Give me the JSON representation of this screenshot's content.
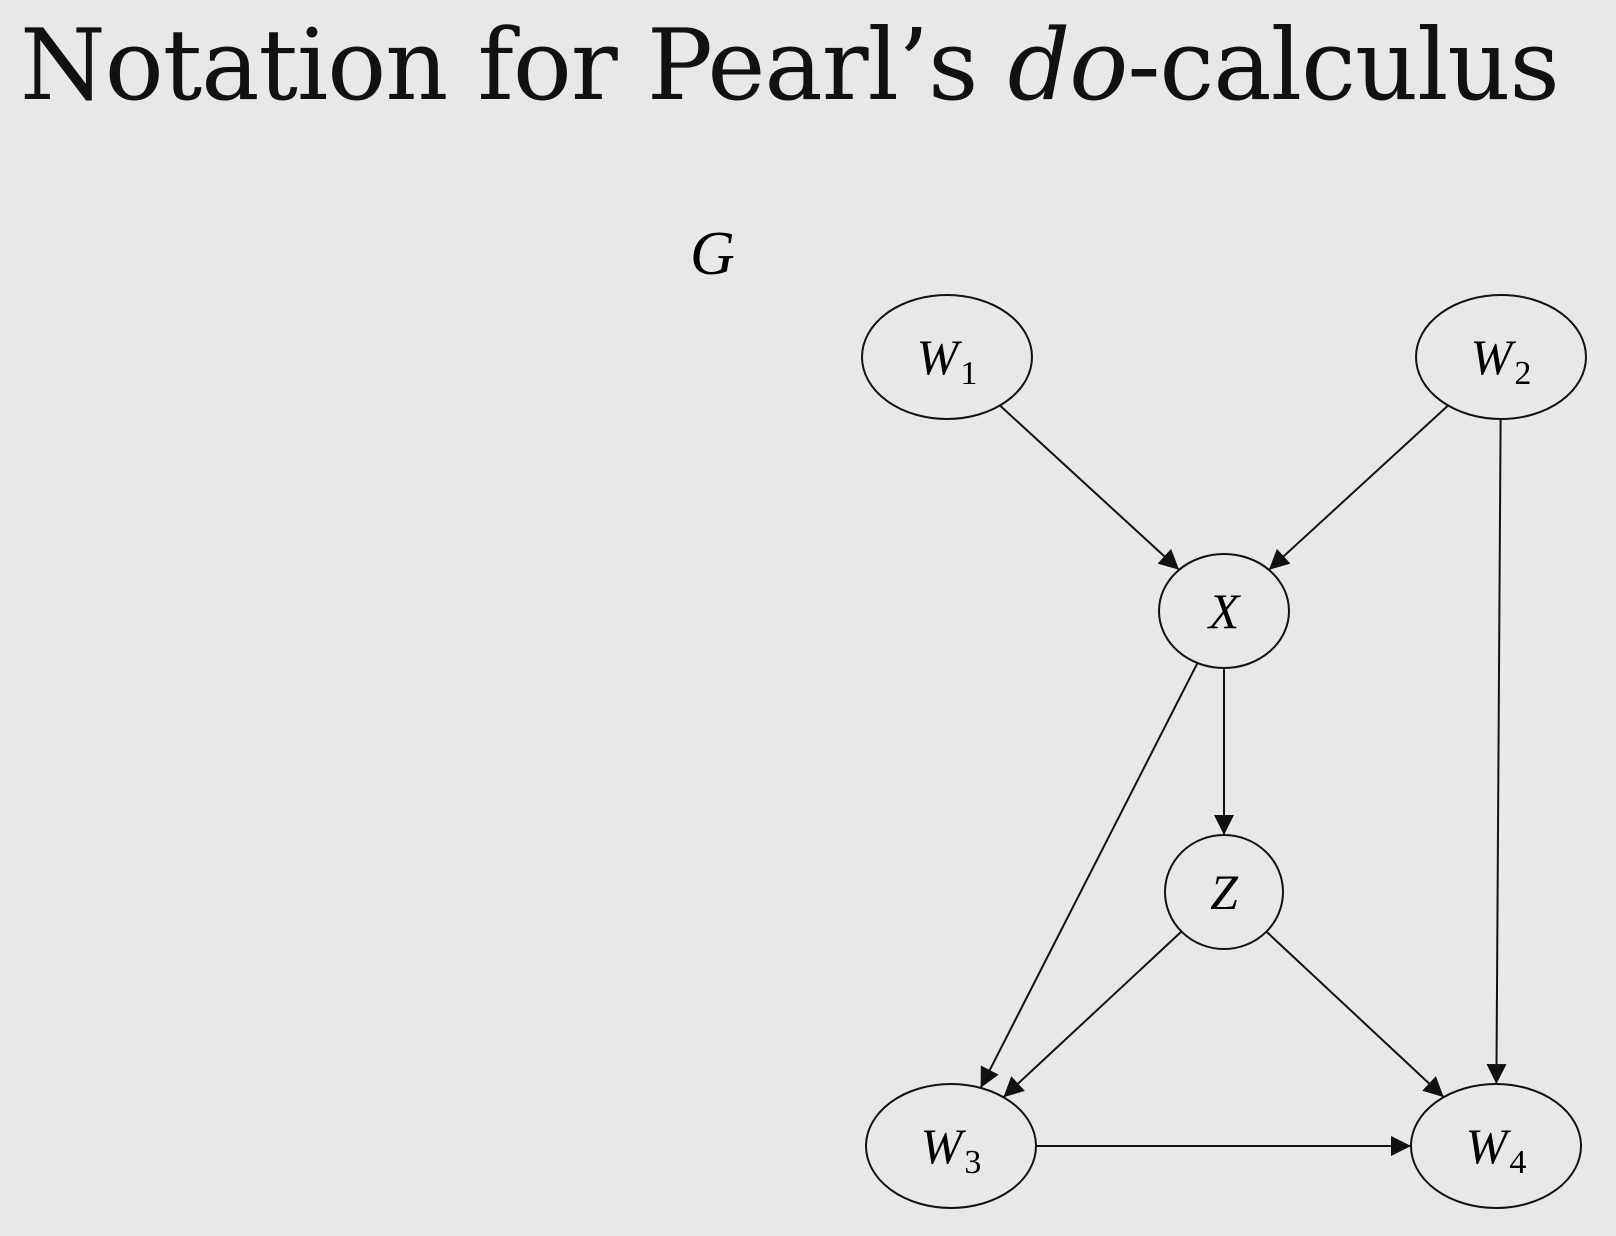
{
  "title": {
    "prefix": "Notation for Pearl’s ",
    "emphasis": "do",
    "suffix": "-calculus"
  },
  "graph": {
    "label": "G",
    "nodes": [
      {
        "id": "W1",
        "name": "W",
        "sub": "1"
      },
      {
        "id": "W2",
        "name": "W",
        "sub": "2"
      },
      {
        "id": "X",
        "name": "X",
        "sub": ""
      },
      {
        "id": "Z",
        "name": "Z",
        "sub": ""
      },
      {
        "id": "W3",
        "name": "W",
        "sub": "3"
      },
      {
        "id": "W4",
        "name": "W",
        "sub": "4"
      }
    ],
    "edges": [
      {
        "from": "W1",
        "to": "X"
      },
      {
        "from": "W2",
        "to": "X"
      },
      {
        "from": "W2",
        "to": "W4"
      },
      {
        "from": "X",
        "to": "Z"
      },
      {
        "from": "X",
        "to": "W3"
      },
      {
        "from": "Z",
        "to": "W3"
      },
      {
        "from": "Z",
        "to": "W4"
      },
      {
        "from": "W3",
        "to": "W4"
      }
    ]
  }
}
